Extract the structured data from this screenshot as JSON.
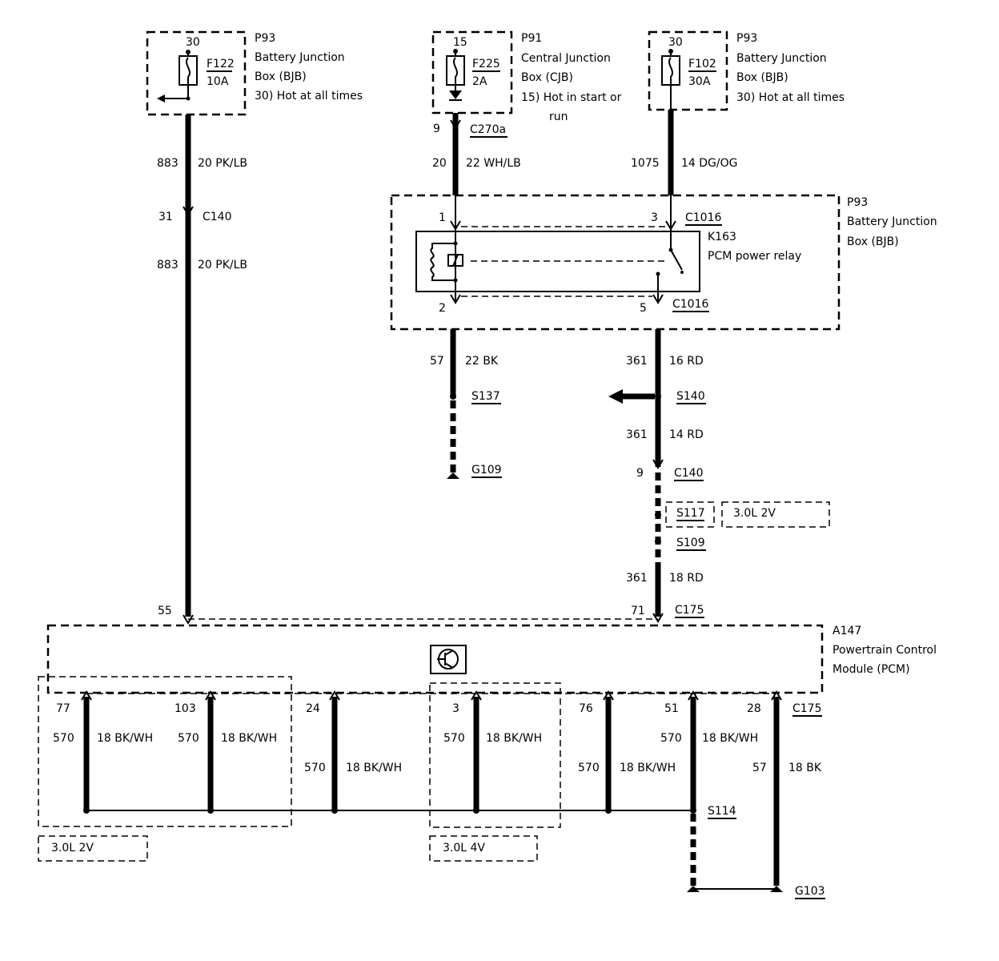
{
  "fuse_f122": {
    "component_id": "P93",
    "box_name_line1": "Battery Junction",
    "box_name_line2": "Box (BJB)",
    "circuit_note": "30)  Hot at all times",
    "pin": "30",
    "fuse_id": "F122",
    "rating": "10A"
  },
  "fuse_f225": {
    "component_id": "P91",
    "box_name_line1": "Central Junction",
    "box_name_line2": "Box (CJB)",
    "circuit_note": "15)  Hot in start or",
    "circuit_note_line2": "run",
    "pin": "15",
    "fuse_id": "F225",
    "rating": "2A"
  },
  "fuse_f102": {
    "component_id": "P93",
    "box_name_line1": "Battery Junction",
    "box_name_line2": "Box (BJB)",
    "circuit_note": "30)  Hot at all times",
    "pin": "30",
    "fuse_id": "F102",
    "rating": "30A"
  },
  "wire_labels": {
    "w883_top_circuit": "883",
    "w883_top_size": "20 PK/LB",
    "c140_pin_31": "31",
    "c140_left": "C140",
    "w883_mid_circuit": "883",
    "w883_mid_size": "20 PK/LB",
    "c270a_pin": "9",
    "c270a": "C270a",
    "w20_circuit": "20",
    "w20_size": "22 WH/LB",
    "w1075_circuit": "1075",
    "w1075_size": "14 DG/OG",
    "w57_circuit": "57",
    "w57_size": "22 BK",
    "s137": "S137",
    "g109": "G109",
    "w361_a_circuit": "361",
    "w361_a_size": "16 RD",
    "s140": "S140",
    "w361_b_circuit": "361",
    "w361_b_size": "14 RD",
    "c140_pin_9": "9",
    "c140_right": "C140",
    "s117": "S117",
    "s117_engine": "3.0L 2V",
    "s109": "S109",
    "w361_c_circuit": "361",
    "w361_c_size": "18 RD",
    "pcm_pin_55": "55",
    "pcm_pin_71": "71",
    "c175_top": "C175"
  },
  "relay_box": {
    "component_id": "P93",
    "name_line1": "Battery Junction",
    "name_line2": "Box (BJB)",
    "relay_id": "K163",
    "relay_name": "PCM power relay",
    "pin_1": "1",
    "pin_3": "3",
    "pin_2": "2",
    "pin_5": "5",
    "connector_top": "C1016",
    "connector_bottom": "C1016"
  },
  "pcm": {
    "component_id": "A147",
    "name_line1": "Powertrain Control",
    "name_line2": "Module (PCM)"
  },
  "ground_wires": [
    {
      "pin": "77",
      "circuit": "570",
      "size": "18 BK/WH"
    },
    {
      "pin": "103",
      "circuit": "570",
      "size": "18 BK/WH"
    },
    {
      "pin": "24",
      "circuit": "570",
      "size": "18 BK/WH"
    },
    {
      "pin": "3",
      "circuit": "570",
      "size": "18 BK/WH"
    },
    {
      "pin": "76",
      "circuit": "570",
      "size": "18 BK/WH"
    },
    {
      "pin": "51",
      "circuit": "570",
      "size": "18 BK/WH"
    },
    {
      "pin": "28",
      "circuit": "57",
      "size": "18 BK"
    }
  ],
  "bottom_labels": {
    "c175_bottom": "C175",
    "s114": "S114",
    "g103": "G103",
    "engine_left": "3.0L 2V",
    "engine_right": "3.0L 4V"
  }
}
